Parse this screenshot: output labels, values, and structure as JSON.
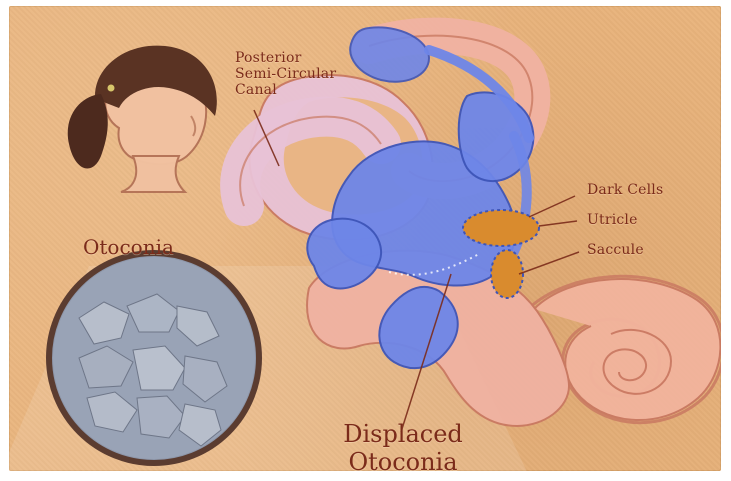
{
  "labels": {
    "posterior_line1": "Posterior",
    "posterior_line2": "Semi-Circular",
    "posterior_line3": "Canal",
    "otoconia": "Otoconia",
    "dark_cells": "Dark Cells",
    "utricle": "Utricle",
    "saccule": "Saccule",
    "displaced_line1": "Displaced",
    "displaced_line2": "Otoconia"
  },
  "colors": {
    "background": "#e9b47c",
    "label_text": "#7b2b1a",
    "inner_ear_blue": "#6e86e8",
    "canal_pink": "#f0b2a2",
    "cochlea_peach": "#f2b49d",
    "otoconia_orange": "#d98b2e",
    "zoom_crystals": "#a9b1bf"
  }
}
